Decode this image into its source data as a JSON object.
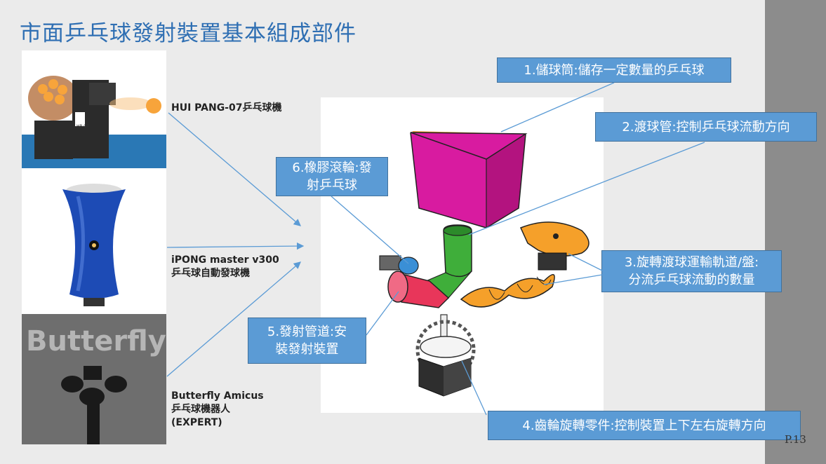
{
  "slide": {
    "title": "市面乒乓球發射裝置基本組成部件",
    "page_number": "P.13"
  },
  "photos": [
    {
      "caption_line1": "HUI PANG-07乒乓球機",
      "caption_line2": "",
      "caption_line3": ""
    },
    {
      "caption_line1": "iPONG master v300",
      "caption_line2": "乒乓球自動發球機",
      "caption_line3": ""
    },
    {
      "caption_line1": "Butterfly Amicus",
      "caption_line2": "乒乓球機器人",
      "caption_line3": "(EXPERT)"
    }
  ],
  "photo_text": {
    "butterfly_logo": "Butterfly",
    "machine_badge": "HP-07"
  },
  "callouts": {
    "c1": "1.儲球筒:儲存一定數量的乒乓球",
    "c2": "2.渡球管:控制乒乓球流動方向",
    "c3_line1": "3.旋轉渡球運輸軌道/盤:",
    "c3_line2": "分流乒乓球流動的數量",
    "c4": "4.齒輪旋轉零件:控制裝置上下左右旋轉方向",
    "c5_line1": "5.發射管道:安",
    "c5_line2": "裝發射裝置",
    "c6_line1": "6.橡膠滾輪:發",
    "c6_line2": "射乒乓球"
  },
  "colors": {
    "title": "#2f6fb3",
    "callout_fill": "#5b9bd5",
    "arrow": "#5b9bd5",
    "sidebar": "#8c8c8c",
    "bin": "#d81ba0",
    "tube_green": "#3fae3a",
    "tube_red": "#e8365a",
    "screw": "#f5a02a"
  }
}
